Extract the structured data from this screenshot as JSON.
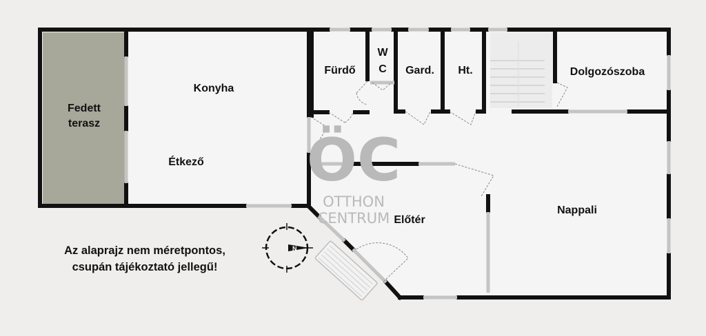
{
  "floorplan": {
    "rooms": {
      "fedett_terasz": [
        "Fedett",
        "terasz"
      ],
      "konyha": "Konyha",
      "etkezo": "Étkező",
      "furdo": "Fürdő",
      "wc": [
        "W",
        "C"
      ],
      "gard": "Gard.",
      "ht": "Ht.",
      "dolgozoszoba": "Dolgozószoba",
      "eloter": "Előtér",
      "nappali": "Nappali"
    },
    "watermark": {
      "logo": "ÖC",
      "line1": "OTTHON",
      "line2": "CENTRUM"
    },
    "disclaimer": {
      "line1": "Az alaprajz nem méretpontos,",
      "line2": "csupán tájékoztató jellegű!"
    },
    "compass": {
      "label": "N",
      "icon": "compass-icon"
    },
    "colors": {
      "background": "#efeeec",
      "floor": "#f5f5f5",
      "terrace": "#a7a899",
      "wall": "#111111",
      "window": "#c9c9c9"
    }
  }
}
